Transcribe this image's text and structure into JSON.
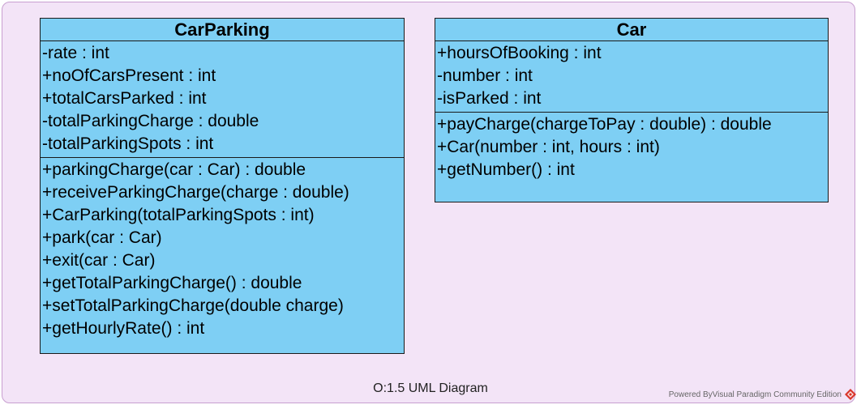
{
  "classes": [
    {
      "name": "CarParking",
      "attributes": [
        "-rate : int",
        "+noOfCarsPresent : int",
        "+totalCarsParked : int",
        "-totalParkingCharge : double",
        "-totalParkingSpots : int"
      ],
      "operations": [
        "+parkingCharge(car : Car) : double",
        "+receiveParkingCharge(charge : double)",
        "+CarParking(totalParkingSpots : int)",
        "+park(car : Car)",
        "+exit(car : Car)",
        "+getTotalParkingCharge() : double",
        "+setTotalParkingCharge(double charge)",
        "+getHourlyRate() : int"
      ]
    },
    {
      "name": "Car",
      "attributes": [
        "+hoursOfBooking : int",
        "-number : int",
        "-isParked : int"
      ],
      "operations": [
        "+payCharge(chargeToPay : double) : double",
        "+Car(number : int, hours : int)",
        "+getNumber() : int"
      ]
    }
  ],
  "diagram_title": "O:1.5 UML Diagram",
  "powered_by": "Powered ByVisual Paradigm Community Edition",
  "icons": {
    "vendor_logo": "visual-paradigm-logo-icon"
  },
  "colors": {
    "frame_background": "#f3e4f7",
    "frame_border": "#c89fd0",
    "class_fill": "#7ecff4",
    "class_border": "#1a1a1a",
    "logo": "#d9342b"
  }
}
